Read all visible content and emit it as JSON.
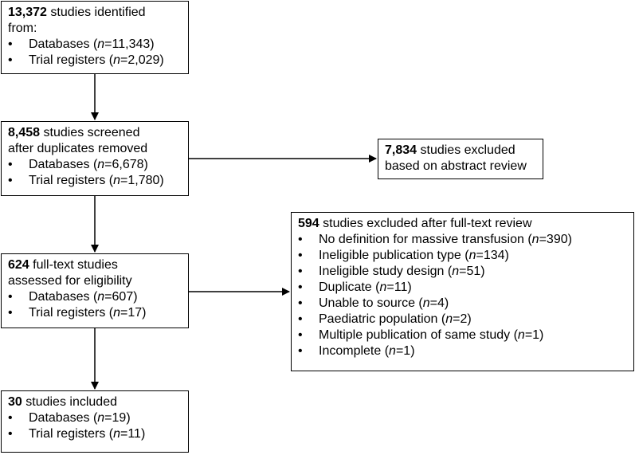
{
  "identified": {
    "count": "13,372",
    "text1": "studies identified",
    "text2": "from:",
    "items": [
      {
        "label": "Databases (",
        "n": "n",
        "value": "=11,343)"
      },
      {
        "label": "Trial registers (",
        "n": "n",
        "value": "=2,029)"
      }
    ]
  },
  "screened": {
    "count": "8,458",
    "text1": "studies screened",
    "text2": "after duplicates removed",
    "items": [
      {
        "label": "Databases (",
        "n": "n",
        "value": "=6,678)"
      },
      {
        "label": "Trial registers (",
        "n": "n",
        "value": "=1,780)"
      }
    ]
  },
  "excluded_abstract": {
    "count": "7,834",
    "text1": "studies excluded",
    "text2": "based on abstract review"
  },
  "fulltext": {
    "count": "624",
    "text1": "full-text studies",
    "text2": "assessed for eligibility",
    "items": [
      {
        "label": "Databases (",
        "n": "n",
        "value": "=607)"
      },
      {
        "label": "Trial registers (",
        "n": "n",
        "value": "=17)"
      }
    ]
  },
  "excluded_fulltext": {
    "count": "594",
    "text1": "studies excluded after full-text review",
    "items": [
      {
        "label": "No definition for massive transfusion (",
        "n": "n",
        "value": "=390)"
      },
      {
        "label": "Ineligible publication type (",
        "n": "n",
        "value": "=134)"
      },
      {
        "label": "Ineligible study design (",
        "n": "n",
        "value": "=51)"
      },
      {
        "label": "Duplicate (",
        "n": "n",
        "value": "=11)"
      },
      {
        "label": "Unable to source (",
        "n": "n",
        "value": "=4)"
      },
      {
        "label": "Paediatric population (",
        "n": "n",
        "value": "=2)"
      },
      {
        "label": "Multiple publication of same study (",
        "n": "n",
        "value": "=1)"
      },
      {
        "label": "Incomplete (",
        "n": "n",
        "value": "=1)"
      }
    ]
  },
  "included": {
    "count": "30",
    "text1": "studies included",
    "items": [
      {
        "label": "Databases (",
        "n": "n",
        "value": "=19)"
      },
      {
        "label": "Trial registers (",
        "n": "n",
        "value": "=11)"
      }
    ]
  },
  "bullet_symbol": "•"
}
